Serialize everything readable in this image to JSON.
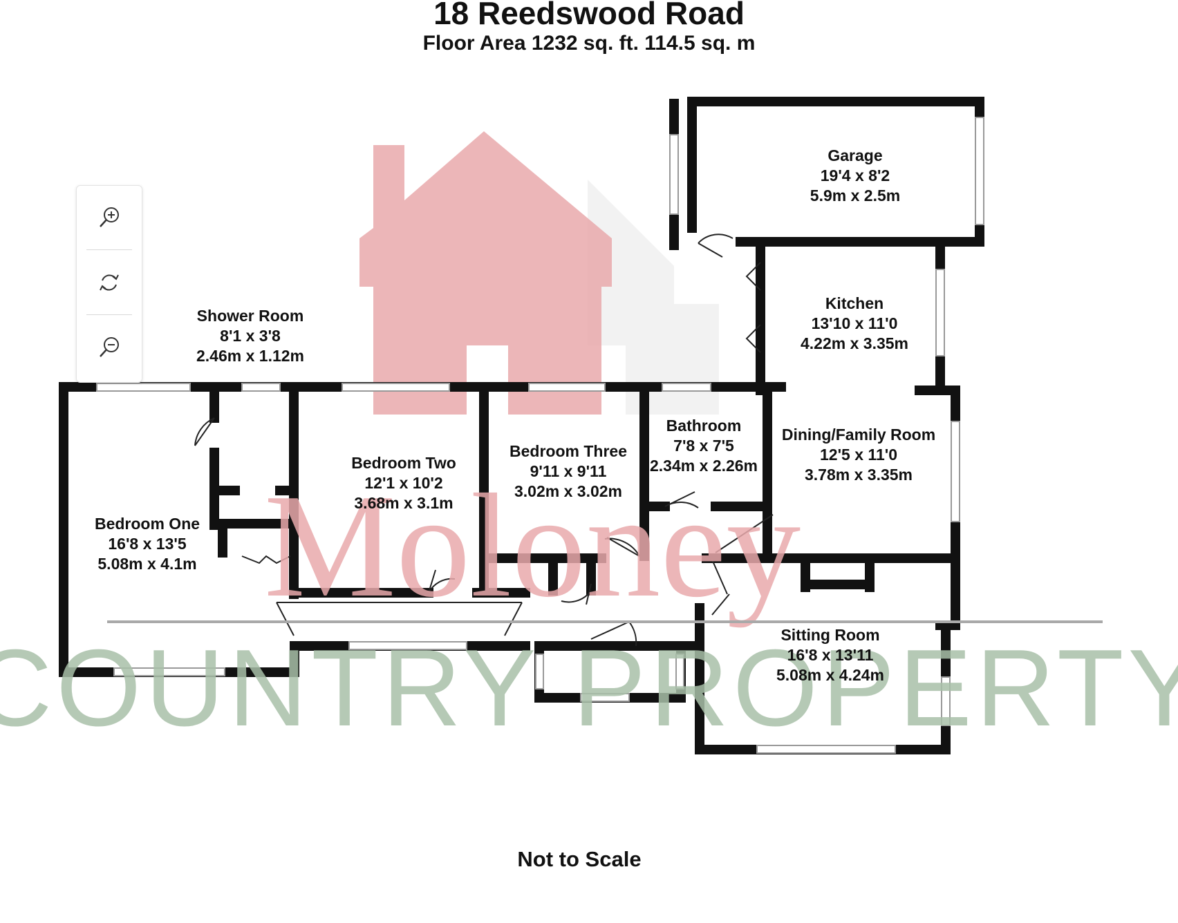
{
  "header": {
    "title": "18 Reedswood Road",
    "subtitle": "Floor Area 1232 sq. ft.  114.5 sq. m"
  },
  "footer": {
    "note": "Not to Scale"
  },
  "rooms": {
    "garage": {
      "name": "Garage",
      "imperial": "19'4 x 8'2",
      "metric": "5.9m x 2.5m"
    },
    "kitchen": {
      "name": "Kitchen",
      "imperial": "13'10 x 11'0",
      "metric": "4.22m x 3.35m"
    },
    "shower": {
      "name": "Shower Room",
      "imperial": "8'1 x 3'8",
      "metric": "2.46m x 1.12m"
    },
    "bathroom": {
      "name": "Bathroom",
      "imperial": "7'8 x 7'5",
      "metric": "2.34m x 2.26m"
    },
    "dining": {
      "name": "Dining/Family Room",
      "imperial": "12'5 x 11'0",
      "metric": "3.78m x 3.35m"
    },
    "bed_two": {
      "name": "Bedroom Two",
      "imperial": "12'1 x 10'2",
      "metric": "3.68m x 3.1m"
    },
    "bed_three": {
      "name": "Bedroom Three",
      "imperial": "9'11 x 9'11",
      "metric": "3.02m x 3.02m"
    },
    "bed_one": {
      "name": "Bedroom One",
      "imperial": "16'8 x 13'5",
      "metric": "5.08m x 4.1m"
    },
    "sitting": {
      "name": "Sitting Room",
      "imperial": "16'8 x 13'11",
      "metric": "5.08m x 4.24m"
    }
  },
  "watermark": {
    "agent_name": "Moloney",
    "agent_tagline": "COUNTRY PROPERTY",
    "house_color": "#e9a9ab",
    "text_color": "#a8c0a8"
  },
  "zoom_controls": {
    "zoom_in_icon": "zoom-in-icon",
    "rotate_icon": "rotate-icon",
    "zoom_out_icon": "zoom-out-icon"
  },
  "colors": {
    "wall": "#111111",
    "window": "#ffffff"
  }
}
